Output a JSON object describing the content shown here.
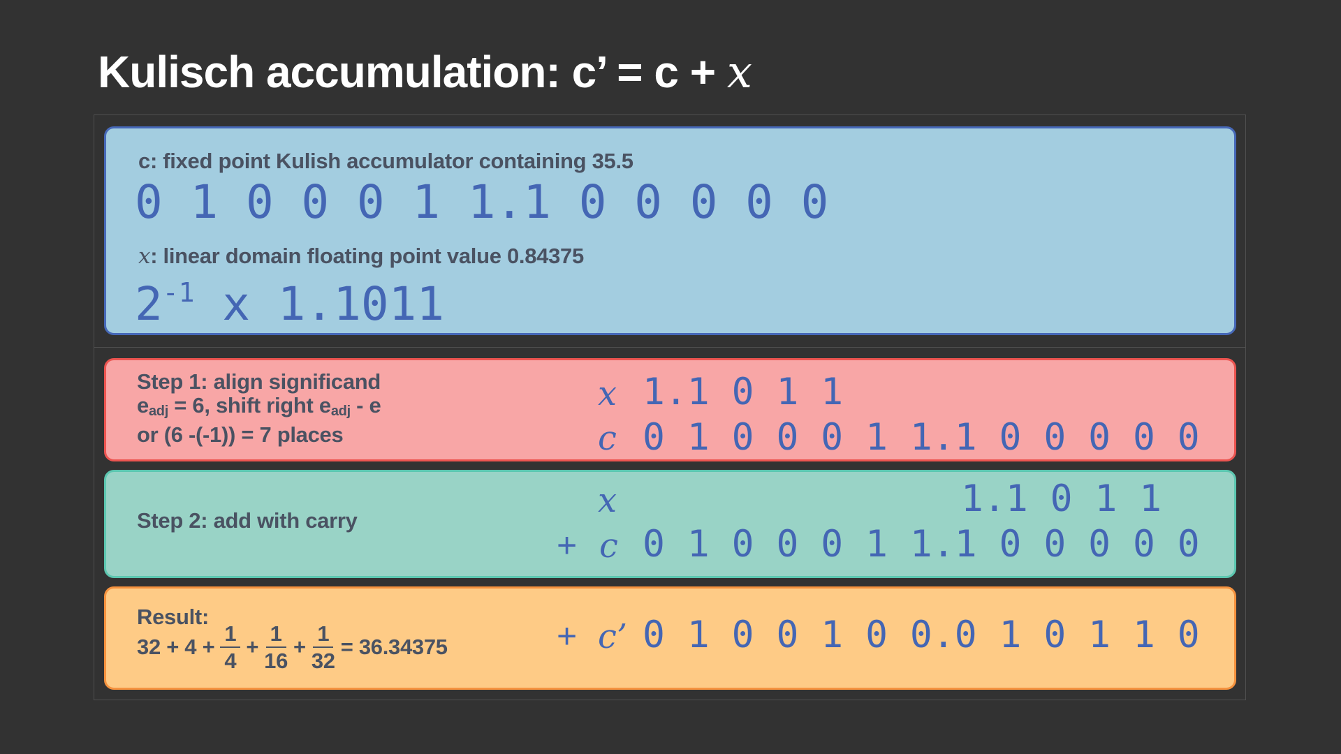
{
  "title": {
    "text": "Kulisch accumulation: c’ = c + ",
    "var": "x"
  },
  "colors": {
    "background": "#323232",
    "blue_fill": "#a3cde0",
    "blue_border": "#4668b8",
    "red_fill": "#f8a6a6",
    "red_border": "#ec5450",
    "green_fill": "#99d3c6",
    "green_border": "#5cc7b0",
    "orange_fill": "#fecb86",
    "orange_border": "#f5923e",
    "digit_color": "#4466b4",
    "label_color": "#4a5262"
  },
  "definitions": {
    "c_label": "c: fixed point Kulish accumulator containing 35.5",
    "c_bits": "0 1 0 0 0 1 1.1 0 0 0 0 0",
    "x_label_var": "x",
    "x_label": ": linear domain floating point value 0.84375",
    "x_base": "2",
    "x_exp": "-1",
    "x_rest": " x 1.1011"
  },
  "step1": {
    "line1": "Step 1: align significand",
    "line2_a": "e",
    "line2_sub1": "adj",
    "line2_b": " = 6, shift right e",
    "line2_sub2": "adj",
    "line2_c": " - e",
    "line3": "or (6 -(-1)) = 7 places",
    "x_sym": "x",
    "x_bits": "1.1 0 1 1",
    "c_sym": "c",
    "c_bits": "0 1 0 0 0 1 1.1 0 0 0 0 0"
  },
  "step2": {
    "label": "Step 2: add with carry",
    "x_sym": "x",
    "x_bits": "1.1 0 1 1",
    "plus": "+",
    "c_sym": "c",
    "c_bits": "0 1 0 0 0 1 1.1 0 0 0 0 0"
  },
  "result": {
    "label": "Result:",
    "expr_start": "32 + 4 + ",
    "frac1_num": "1",
    "frac1_den": "4",
    "plus1": "+",
    "frac2_num": "1",
    "frac2_den": "16",
    "plus2": "+",
    "frac3_num": "1",
    "frac3_den": "32",
    "expr_end": "= 36.34375",
    "plus": "+",
    "c_sym": "c’",
    "c_bits": "0 1 0 0 1 0 0.0 1 0 1 1 0"
  }
}
